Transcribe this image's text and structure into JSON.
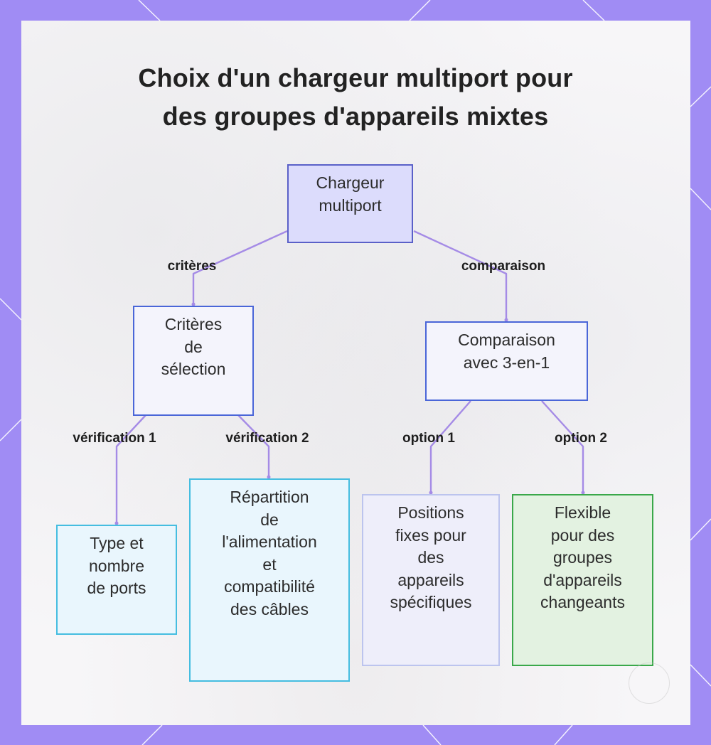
{
  "title": [
    "Choix d'un chargeur multiport pour",
    "des groupes d'appareils mixtes"
  ],
  "nodes": {
    "root": [
      "Chargeur",
      "multiport"
    ],
    "criteria": [
      "Critères",
      "de",
      "sélection"
    ],
    "comparison": [
      "Comparaison",
      "avec 3-en-1"
    ],
    "ports": [
      "Type et",
      "nombre",
      "de ports"
    ],
    "power": [
      "Répartition",
      "de",
      "l'alimentation",
      "et",
      "compatibilité",
      "des câbles"
    ],
    "fixed": [
      "Positions",
      "fixes pour",
      "des",
      "appareils",
      "spécifiques"
    ],
    "flexible": [
      "Flexible",
      "pour des",
      "groupes",
      "d'appareils",
      "changeants"
    ]
  },
  "edge_labels": {
    "criteres": "critères",
    "comparaison": "comparaison",
    "verification1": "vérification 1",
    "verification2": "vérification 2",
    "option1": "option 1",
    "option2": "option 2"
  },
  "colors": {
    "frame": "#a08cf4",
    "edge": "#a58be6",
    "root_fill": "#dcdcfc",
    "root_border": "#5a60c8",
    "blue_border": "#4a66d8",
    "cyan_border": "#45bde0",
    "cyan_fill": "#e9f6fd",
    "lavender_border": "#bcc4ee",
    "green_border": "#3aa84a",
    "green_fill": "#e3f2e1"
  }
}
